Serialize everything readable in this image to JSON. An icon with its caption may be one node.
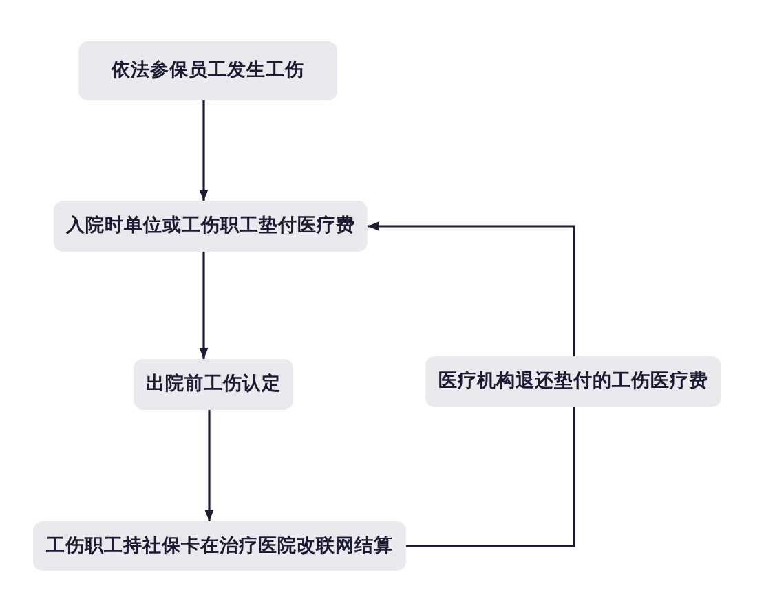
{
  "diagram": {
    "nodes": [
      {
        "text": [
          "依法参保员工发生工伤"
        ]
      },
      {
        "text": [
          "入院时单位或工伤职工垫付医疗费"
        ]
      },
      {
        "text": [
          "出院前工伤认定"
        ]
      },
      {
        "text": [
          "工伤职工持社保卡在治疗医院改联网结算"
        ]
      },
      {
        "text": [
          "医疗机构退还垫付的工伤医疗费"
        ]
      }
    ],
    "edges": [
      {
        "from": 0,
        "to": 1,
        "arrow": "to"
      },
      {
        "from": 1,
        "to": 2,
        "arrow": "to"
      },
      {
        "from": 2,
        "to": 3,
        "arrow": "to"
      },
      {
        "from": 3,
        "to": 4,
        "arrow": "none"
      },
      {
        "from": 4,
        "to": 1,
        "arrow": "to"
      }
    ]
  }
}
